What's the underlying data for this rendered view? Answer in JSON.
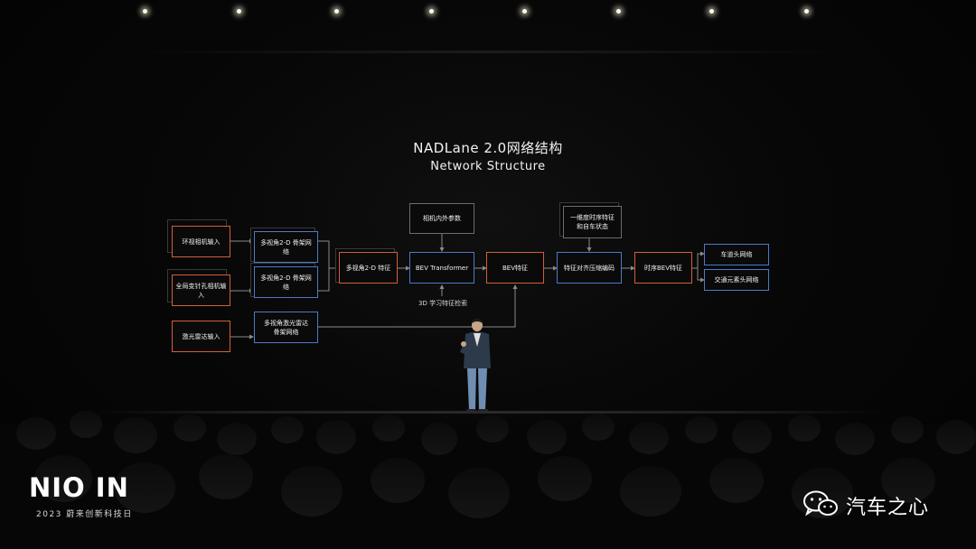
{
  "slide": {
    "title_main": "NADLane 2.0网络结构",
    "title_sub": "Network Structure"
  },
  "diagram": {
    "nodes": {
      "surround_camera_input": "环视相机输入",
      "pinhole_camera_input": "全局变针孔相机输入",
      "lidar_input": "激光雷达输入",
      "backbone_1": "多视角2-D 骨架网络",
      "backbone_2": "多视角2-D 骨架网络",
      "lidar_backbone": "多视角激光雷达\n骨架网络",
      "multiview_2d_feature": "多视角2-D 特征",
      "bev_transformer": "BEV Transformer",
      "camera_params": "相机内外参数",
      "learned_feature_retrieval": "3D 学习特征检索",
      "bev_feature": "BEV特征",
      "temporal_feature_ego_state": "一维度时序特征\n和自车状态",
      "feature_alignment_compression": "特征对齐压缩编码",
      "temporal_bev_feature": "时序BEV特征",
      "lane_head": "车道头网络",
      "traffic_element_head": "交通元素头网络"
    },
    "colors": {
      "input_border": "#d25f3a",
      "network_border": "#4d79c8",
      "neutral_border": "#6d6d6d",
      "connector": "#8a8a8a"
    }
  },
  "branding": {
    "logo": "NIO IN",
    "logo_subtitle": "2023 蔚来创新科技日",
    "watermark_text": "汽车之心",
    "watermark_icon": "wechat-icon"
  }
}
